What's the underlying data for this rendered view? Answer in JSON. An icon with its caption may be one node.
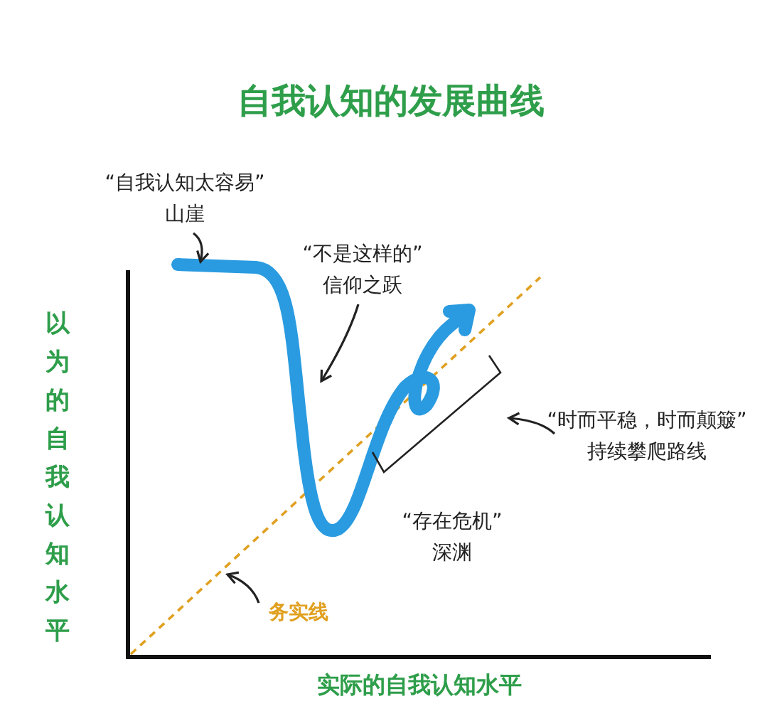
{
  "diagram": {
    "title": "自我认知的发展曲线",
    "nodes": [
      {
        "text": [
          "“自我认知太容易”",
          "山崖"
        ]
      },
      {
        "text": [
          "“不是这样的”",
          "信仰之跃"
        ]
      },
      {
        "text": [
          "“存在危机”",
          "深渊"
        ]
      },
      {
        "text": [
          "“时而平稳，时而颠簸”",
          "持续攀爬路线"
        ]
      },
      {
        "text": [
          "务实线"
        ]
      },
      {
        "text": [],
        "shape": "bracket"
      }
    ],
    "edges": [
      {
        "from": 0,
        "to": null,
        "arrow": "to"
      },
      {
        "from": 1,
        "to": null,
        "arrow": "to"
      },
      {
        "from": 3,
        "to": 5,
        "arrow": "to"
      },
      {
        "from": 4,
        "to": null,
        "arrow": "to"
      }
    ],
    "labels": [
      "以为的自我认知水平",
      "实际的自我认知水平"
    ]
  }
}
